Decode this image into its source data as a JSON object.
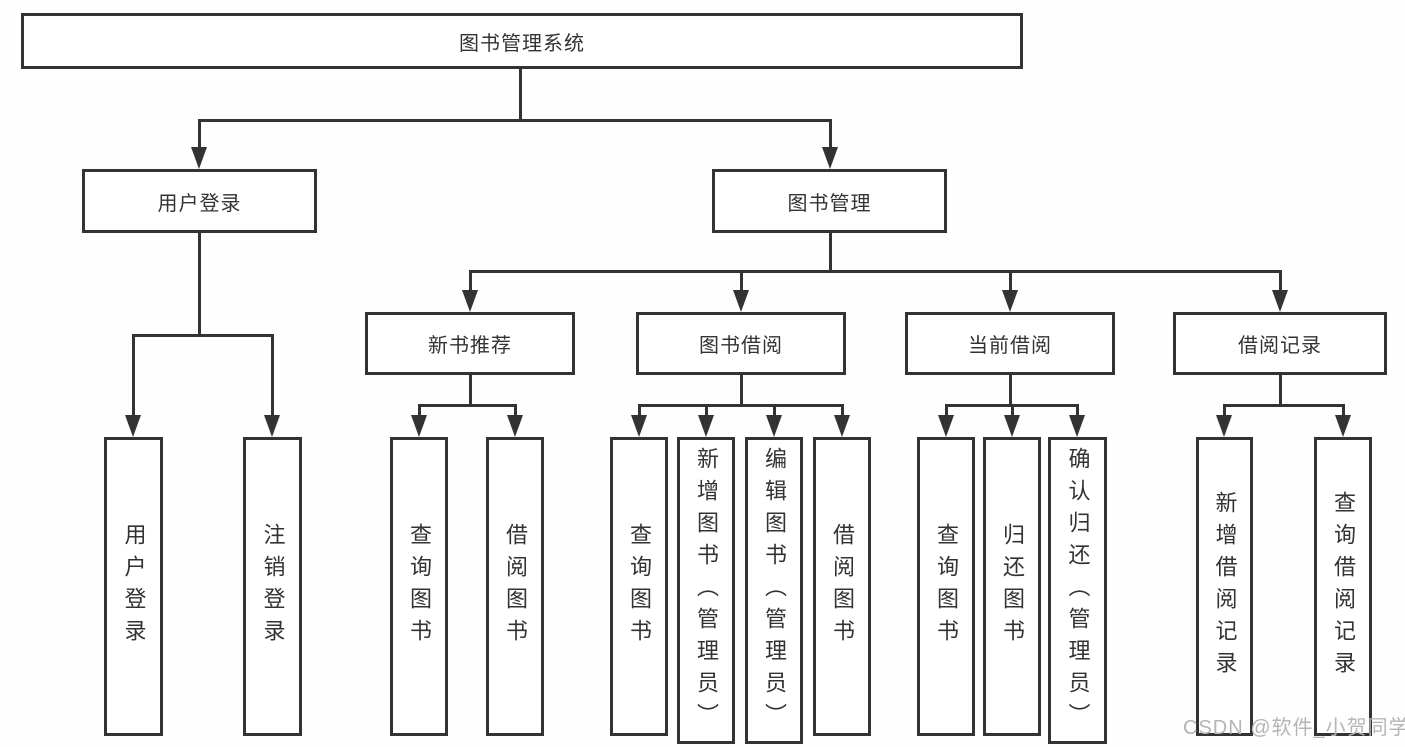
{
  "tree": {
    "root": {
      "label": "图书管理系统"
    },
    "branches": [
      {
        "label": "用户登录",
        "leaves": [
          {
            "label": "用户登录"
          },
          {
            "label": "注销登录"
          }
        ]
      },
      {
        "label": "图书管理",
        "groups": [
          {
            "label": "新书推荐",
            "leaves": [
              {
                "label": "查询图书"
              },
              {
                "label": "借阅图书"
              }
            ]
          },
          {
            "label": "图书借阅",
            "leaves": [
              {
                "label": "查询图书"
              },
              {
                "label": "新增图书（管理员）"
              },
              {
                "label": "编辑图书（管理员）"
              },
              {
                "label": "借阅图书"
              }
            ]
          },
          {
            "label": "当前借阅",
            "leaves": [
              {
                "label": "查询图书"
              },
              {
                "label": "归还图书"
              },
              {
                "label": "确认归还（管理员）"
              }
            ]
          },
          {
            "label": "借阅记录",
            "leaves": [
              {
                "label": "新增借阅记录"
              },
              {
                "label": "查询借阅记录"
              }
            ]
          }
        ]
      }
    ]
  },
  "watermark": {
    "text": "CSDN @软件_小贺同学"
  },
  "colors": {
    "line": "#333333",
    "text": "#333333",
    "watermark_text": "#b5b5b5",
    "background": "#ffffff"
  }
}
